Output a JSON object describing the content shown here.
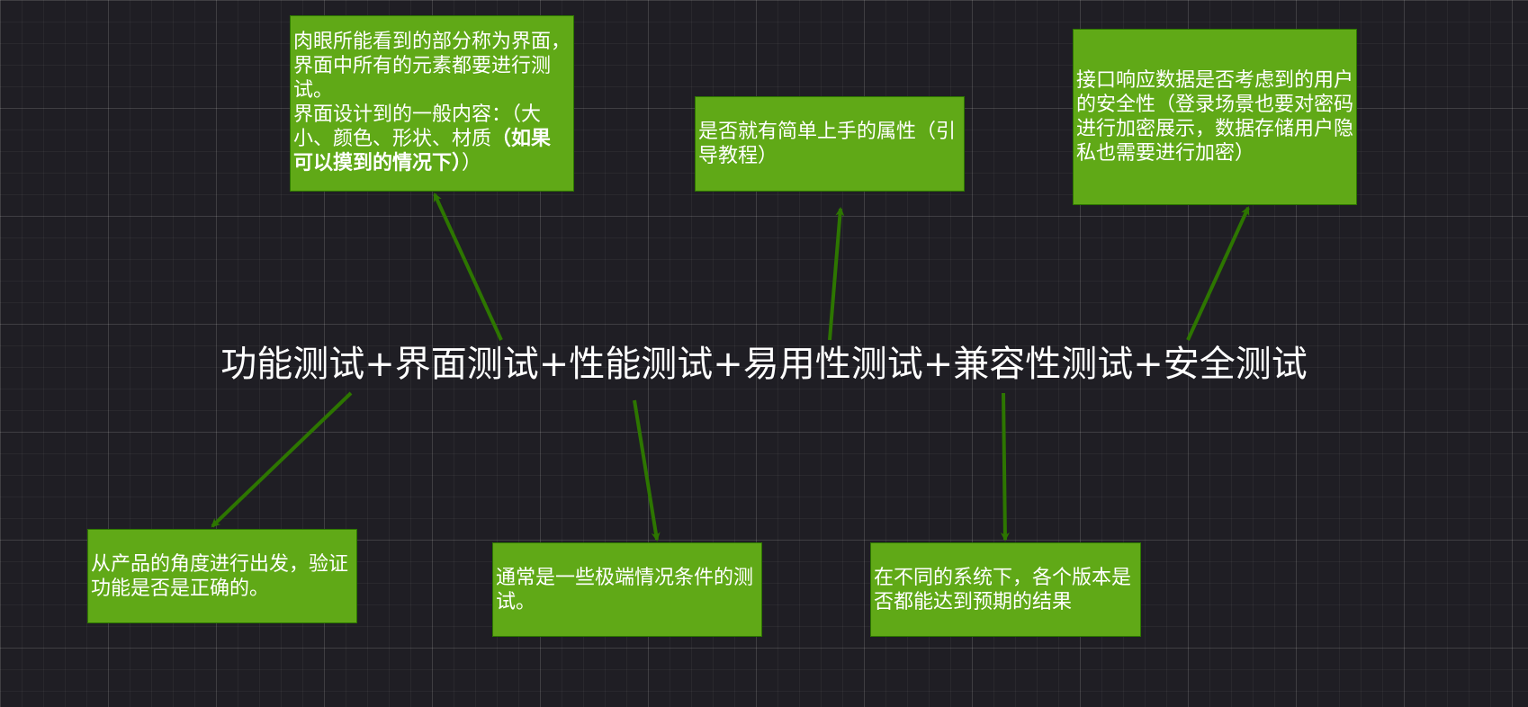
{
  "title": "功能测试+界面测试+性能测试+易用性测试+兼容性测试+安全测试",
  "colors": {
    "background": "#1f1e24",
    "grid": "#3a3a40",
    "note_fill": "#60a917",
    "note_border": "#2d7600",
    "arrow": "#2d7600",
    "text": "#ffffff"
  },
  "notes": {
    "ui": {
      "text": "肉眼所能看到的部分称为界面，界面中所有的元素都要进行测试。",
      "line2": "界面设计到的一般内容：（大小、颜色、形状、材质",
      "bold": "（如果可以摸到的情况下）",
      "tail": "）"
    },
    "usability": {
      "text": "是否就有简单上手的属性（引导教程）"
    },
    "security": {
      "text": "接口响应数据是否考虑到的用户的安全性（登录场景也要对密码进行加密展示，数据存储用户隐私也需要进行加密）"
    },
    "functional": {
      "text": "从产品的角度进行出发，验证功能是否是正确的。"
    },
    "performance": {
      "text": "通常是一些极端情况条件的测试。"
    },
    "compatibility": {
      "text": "在不同的系统下，各个版本是否都能达到预期的结果"
    }
  }
}
